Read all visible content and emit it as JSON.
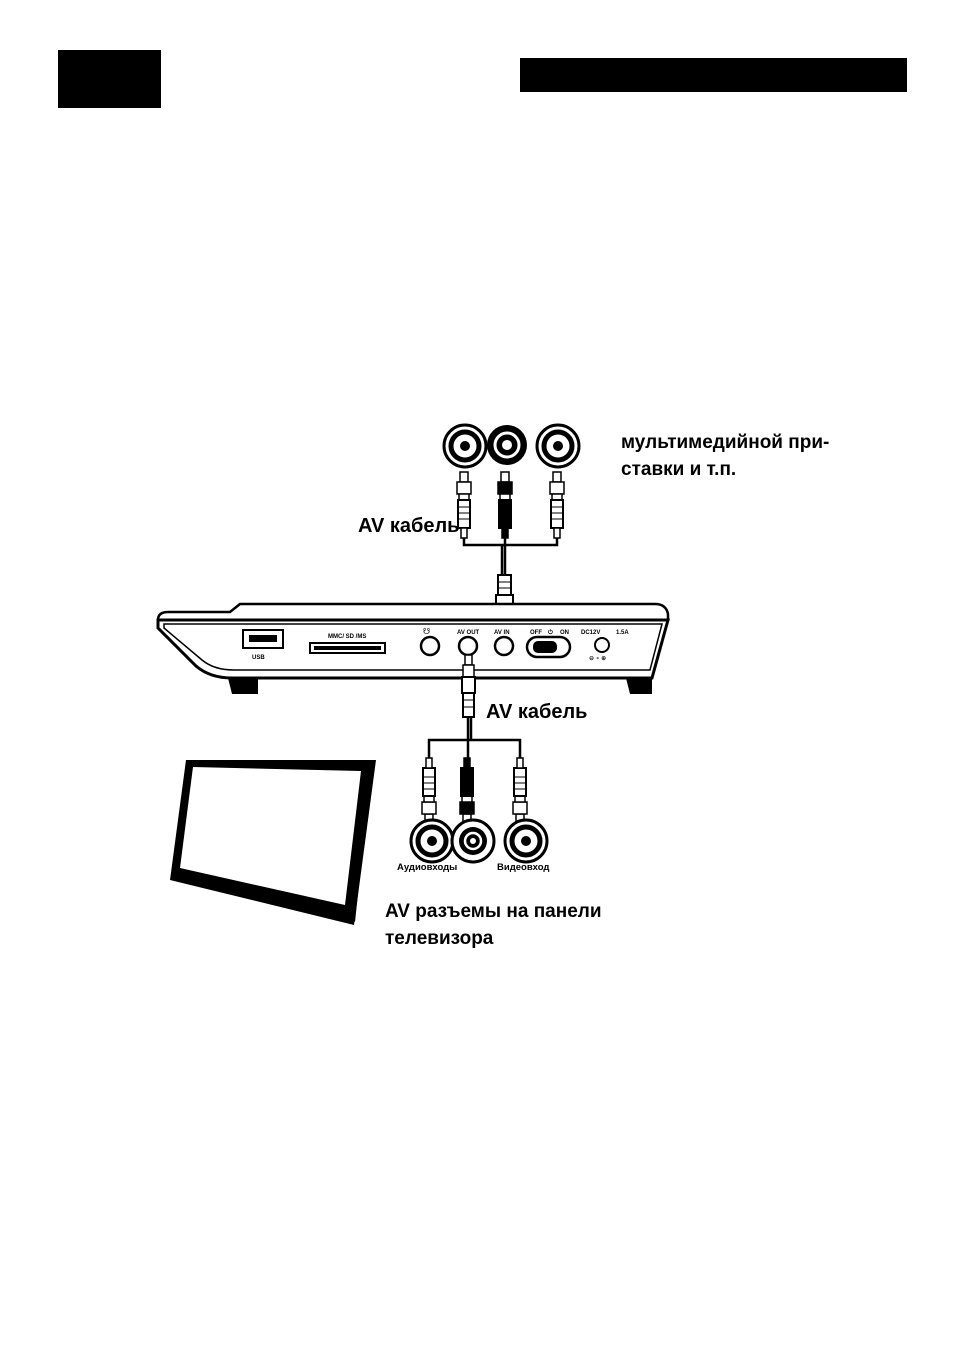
{
  "labels": {
    "source_line1": "мультимедийной при-",
    "source_line2": "ставки и т.п.",
    "av_cable_top": "AV кабель",
    "av_cable_bottom": "AV кабель",
    "tv_panel_line1": "AV разъемы на панели",
    "tv_panel_line2": "телевизора",
    "audio_inputs": "Аудиовходы",
    "video_input": "Видеовход"
  },
  "device_panel": {
    "usb": "USB",
    "card_slot": "MMC/ SD /MS",
    "av_out": "AV OUT",
    "av_in": "AV IN",
    "switch_off": "OFF",
    "switch_on": "ON",
    "power": "DC12V",
    "power_current": "1.5A"
  },
  "colors": {
    "ink": "#000000",
    "paper": "#ffffff"
  }
}
